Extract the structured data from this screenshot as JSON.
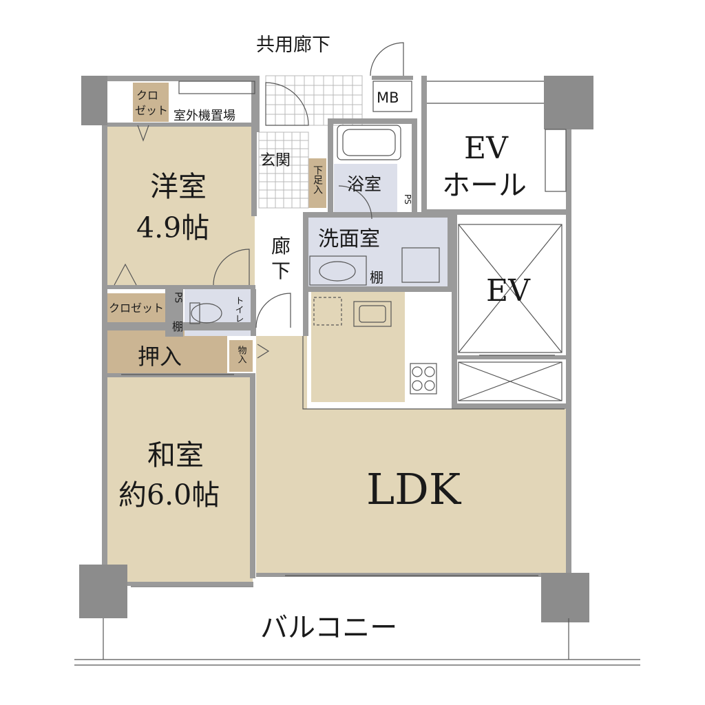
{
  "labels": {
    "corridor_shared": "共用廊下",
    "mb": "MB",
    "closet_top_1": "クロ",
    "closet_top_2": "ゼット",
    "outdoor_unit": "室外機置場",
    "entrance": "玄関",
    "shoe_storage": "下足入",
    "bath": "浴室",
    "ps_bath": "PS",
    "ev_hall_1": "EV",
    "ev_hall_2": "ホール",
    "western_room_1": "洋室",
    "western_room_2": "4.9帖",
    "corridor_1": "廊",
    "corridor_2": "下",
    "washroom": "洗面室",
    "shelf_wash": "棚",
    "ev": "EV",
    "closet_mid": "クロゼット",
    "ps_toilet": "PS",
    "shelf_toilet": "棚",
    "toilet": "トイレ",
    "oshiire": "押入",
    "storage": "物入",
    "japanese_room_1": "和室",
    "japanese_room_2": "約6.0帖",
    "ldk": "LDK",
    "balcony": "バルコニー"
  },
  "colors": {
    "wall": "#9a9a9a",
    "column": "#8c8c8c",
    "room_tan": "#e2d6b8",
    "closet_brown": "#cbb593",
    "wet_area": "#dcdfea",
    "line": "#555555"
  }
}
